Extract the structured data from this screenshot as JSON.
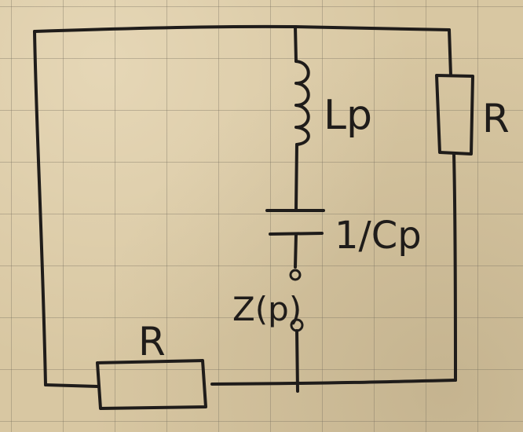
{
  "labels": {
    "resistor_right": "R",
    "resistor_bottom": "R",
    "inductor": "Lp",
    "capacitor": "1/Cp",
    "impedance": "Z(p)"
  },
  "colors": {
    "ink": "#1f1c1a",
    "paper": "#d8c7a2",
    "grid": "#787060"
  }
}
